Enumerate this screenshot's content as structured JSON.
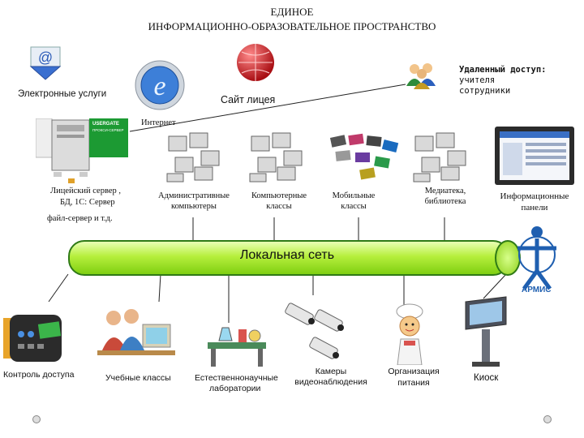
{
  "title": {
    "line1": "ЕДИНОЕ",
    "line2": "ИНФОРМАЦИОННО-ОБРАЗОВАТЕЛЬНОЕ ПРОСТРАНСТВО"
  },
  "top": {
    "e_services": "Электронные услуги",
    "site": "Сайт лицея",
    "internet": "Интернет",
    "remote_title": "Удаленный доступ:",
    "remote_1": "учителя",
    "remote_2": "сотрудники",
    "usergate_1": "USERGATE",
    "usergate_2": "ПРОКСИ-СЕРВЕР"
  },
  "nodes": {
    "server_1": "Лицейский сервер ,",
    "server_2": "БД, 1С: Сервер",
    "server_3": "файл-сервер и т.д.",
    "admin_1": "Административные",
    "admin_2": "компьютеры",
    "classes_1": "Компьютерные",
    "classes_2": "классы",
    "mobile_1": "Мобильные",
    "mobile_2": "классы",
    "library_1": "Медиатека,",
    "library_2": "библиотека",
    "panels_1": "Информационные",
    "panels_2": "панели"
  },
  "lan": "Локальная сеть",
  "armis": "АРМИС",
  "bottom": {
    "access": "Контроль доступа",
    "study": "Учебные классы",
    "labs_1": "Естественнонаучные",
    "labs_2": "лаборатории",
    "cams_1": "Камеры",
    "cams_2": "видеонаблюдения",
    "food_1": "Организация",
    "food_2": "питания",
    "kiosk": "Киоск"
  }
}
